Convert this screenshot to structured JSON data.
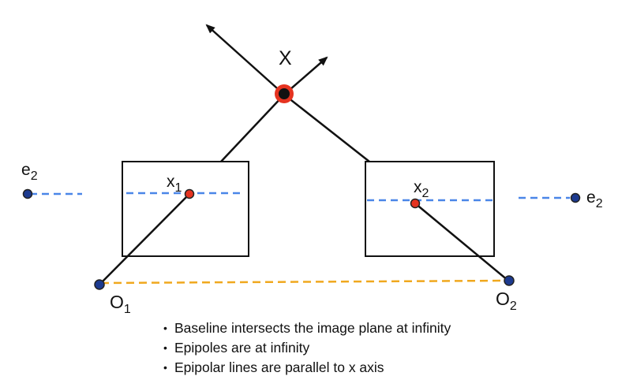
{
  "labels": {
    "point_X": "X",
    "x1": {
      "base": "x",
      "sub": "1"
    },
    "x2": {
      "base": "x",
      "sub": "2"
    },
    "O1": {
      "base": "O",
      "sub": "1"
    },
    "O2": {
      "base": "O",
      "sub": "2"
    },
    "e2_left": {
      "base": "e",
      "sub": "2"
    },
    "e2_right": {
      "base": "e",
      "sub": "2"
    }
  },
  "bullets": [
    "Baseline intersects the image plane at infinity",
    "Epipoles are at infinity",
    "Epipolar lines are parallel to x axis"
  ],
  "bullet_glyph": "•",
  "colors": {
    "line": "#111111",
    "epipolar_line": "#4a86e8",
    "baseline": "#f0a81e",
    "point_fill_red": "#e53320",
    "point_fill_blue": "#1c3a8f",
    "point_outline": "#222222"
  }
}
